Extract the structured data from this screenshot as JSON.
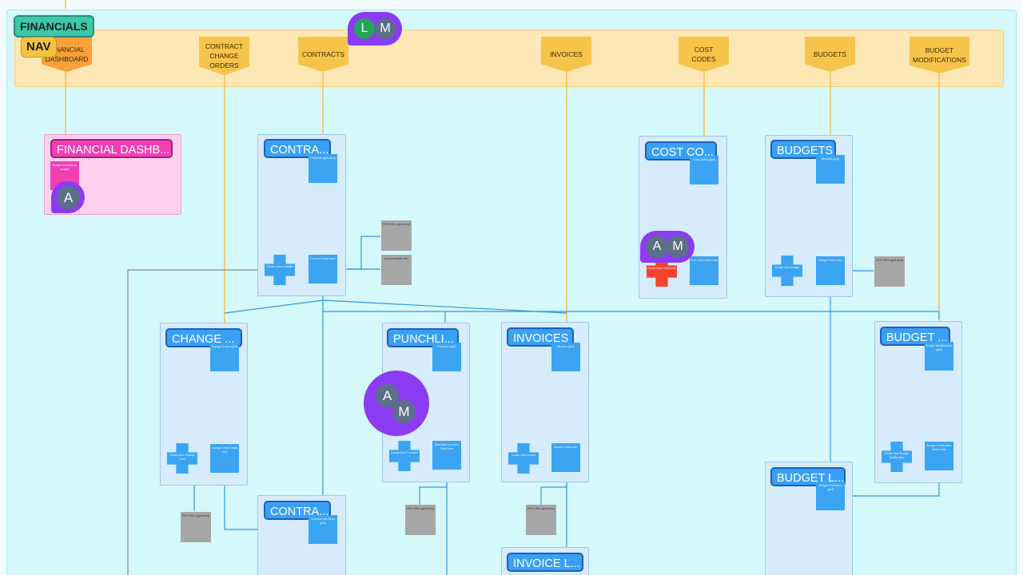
{
  "tags": {
    "financials": "FINANCIALS",
    "nav": "NAV"
  },
  "nav_items": [
    {
      "id": "financial-dashboard",
      "text": "FINANCIAL DASHBOARD"
    },
    {
      "id": "contract-change-orders",
      "text": "CONTRACT CHANGE ORDERS"
    },
    {
      "id": "contracts",
      "text": "CONTRACTS"
    },
    {
      "id": "invoices",
      "text": "INVOICES"
    },
    {
      "id": "cost-codes",
      "text": "COST CODES"
    },
    {
      "id": "budgets",
      "text": "BUDGETS"
    },
    {
      "id": "budget-modifications",
      "text": "BUDGET MODIFICATIONS"
    }
  ],
  "frames": {
    "financial_dashboard": "FINANCIAL DASHB...",
    "contracts": "CONTRA...",
    "cost_codes": "COST CO...",
    "budgets": "BUDGETS",
    "change_orders": "CHANGE ...",
    "punchlist": "PUNCHLI...",
    "invoices": "INVOICES",
    "budget_mods": "BUDGET ...",
    "budget_line": "BUDGET L...",
    "contract_line": "CONTRA...",
    "invoice_line": "INVOICE L..."
  },
  "cards": {
    "budget_vs_actual": "Budget vs actual by project",
    "contracts_grid": "Contracts (grid view)",
    "create_contract": "Create New Contract",
    "contract_detail": "Contract Detail view",
    "pdf_urls_contract": "PDF URLs (grid view)",
    "account_detail": "Account detail view",
    "cost_codes_grid": "Cost Codes (grid)",
    "create_cost_code": "Create New Cost Code",
    "cost_code_detail": "Cost Code Detail view",
    "budgets_grid": "Budgets (grid)",
    "create_budget": "Create New Budget",
    "budget_detail": "Budget Detail view",
    "pdf_urls_budget": "PDF URLs (grid view)",
    "change_orders_grid": "Change Orders (grid)",
    "create_change_order": "Create New Change Order",
    "change_order_detail": "Change Order Detail view",
    "pdf_urls_change": "PDF URLs (grid view)",
    "punchlist_grid": "Punchlist (grid)",
    "create_punchlist": "Create New Punchlist",
    "punchlist_item_detail": "Punchlist Line Item Detail view",
    "pdf_urls_punch": "PDF URLs (grid view)",
    "invoices_grid": "Invoices (grid)",
    "create_invoice": "Create New Invoice",
    "invoice_detail": "Invoice Detail view",
    "pdf_urls_invoice": "PDF URLs (grid view)",
    "budget_mods_grid": "Budget Modifications (grid)",
    "create_budget_mod": "Create New Budget Modification",
    "budget_mod_detail": "Budget Modification Detail view",
    "budget_line_grid": "Budget Line Items (grid)",
    "contract_line_grid": "Contract Line Items (grid)"
  },
  "avatars": {
    "l": "L",
    "m": "M",
    "a": "A"
  },
  "colors": {
    "section_bg": "#d5f8fa",
    "nav_band": "#fde7b5",
    "frame_blue": "#d6ebfb",
    "frame_pink": "#fdd1ee",
    "card_blue": "#3ba4f3",
    "connector": "#f4b840",
    "edge_blue": "#3296e6",
    "avatar_purple": "#8b3cf2",
    "avatar_grey": "#5b6f86",
    "avatar_green": "#23a45a"
  }
}
